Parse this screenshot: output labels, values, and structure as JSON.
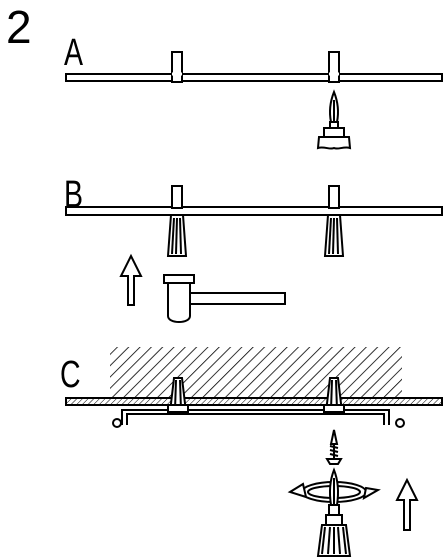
{
  "figure": {
    "number": "2",
    "panels": [
      {
        "label": "A"
      },
      {
        "label": "B"
      },
      {
        "label": "C"
      }
    ]
  },
  "colors": {
    "ink": "#000000",
    "background": "#ffffff"
  }
}
